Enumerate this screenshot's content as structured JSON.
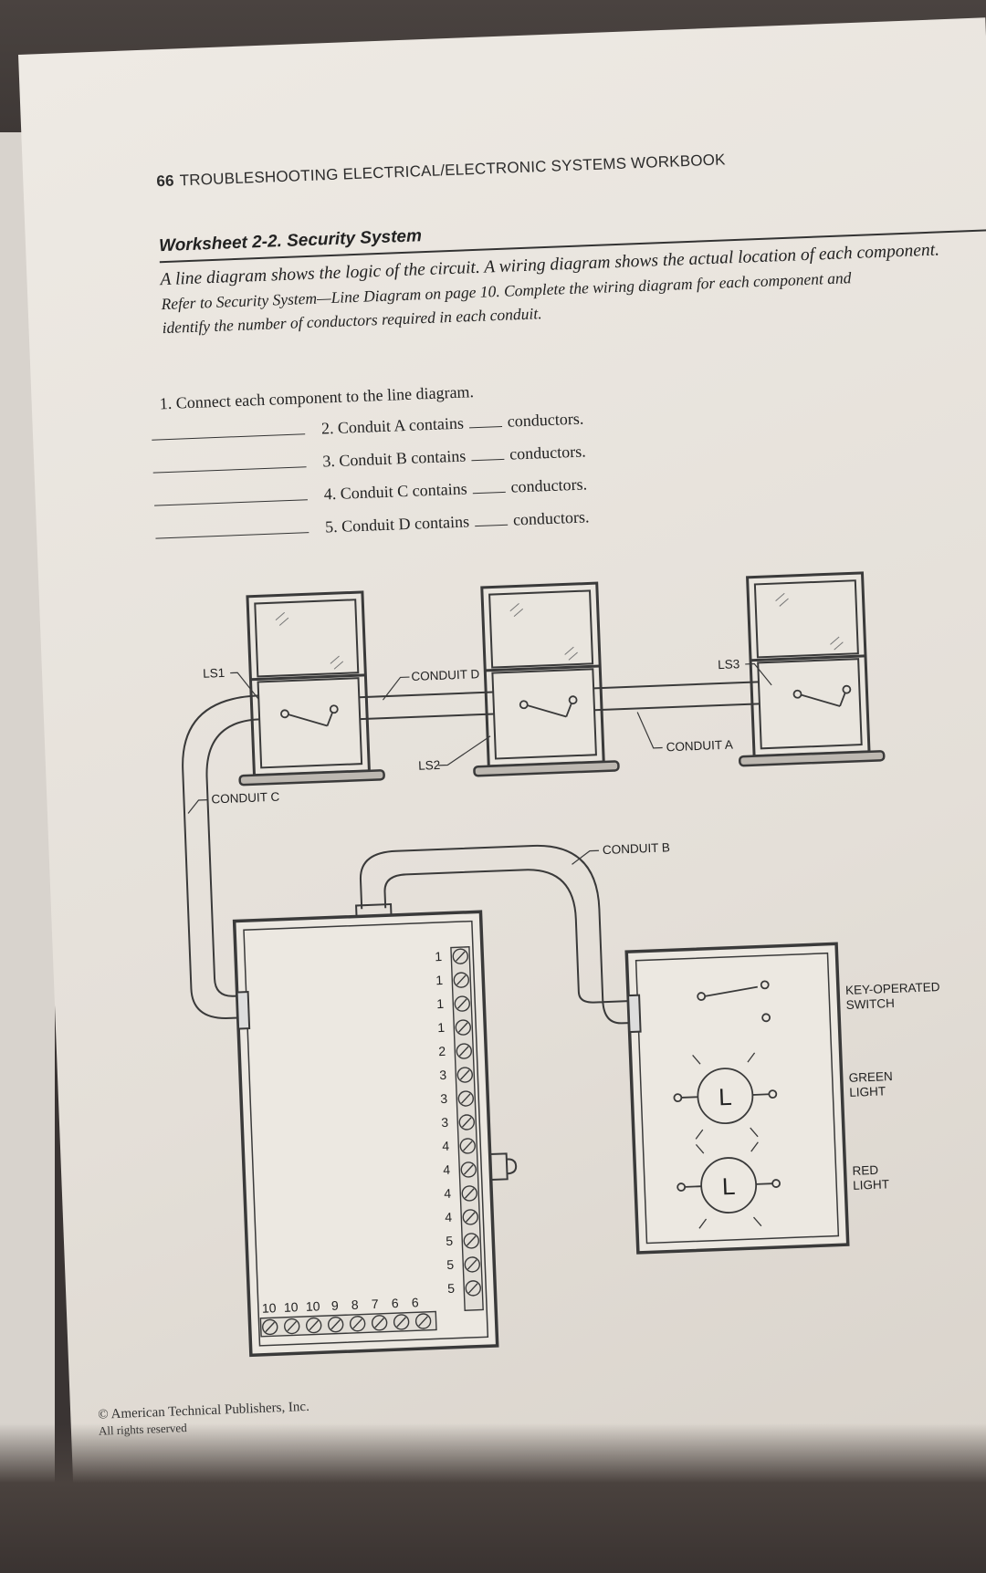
{
  "header": {
    "page_number": "66",
    "book_title": "TROUBLESHOOTING ELECTRICAL/ELECTRONIC SYSTEMS WORKBOOK"
  },
  "worksheet": {
    "title": "Worksheet 2-2. Security System",
    "intro_line1": "A line diagram shows the logic of the circuit. A wiring diagram shows the actual location of each component.",
    "intro_line2": "Refer to Security System—Line Diagram on page 10. Complete the wiring diagram for each component and",
    "intro_line3": "identify the number of conductors required in each conduit."
  },
  "questions": {
    "q1": "1. Connect each component to the line diagram.",
    "items": [
      {
        "text": "2. Conduit A contains",
        "suffix": "conductors."
      },
      {
        "text": "3. Conduit B contains",
        "suffix": "conductors."
      },
      {
        "text": "4. Conduit C contains",
        "suffix": "conductors."
      },
      {
        "text": "5. Conduit D contains",
        "suffix": "conductors."
      }
    ]
  },
  "diagram": {
    "labels": {
      "ls1": "LS1",
      "ls2": "LS2",
      "ls3": "LS3",
      "conduit_a": "CONDUIT A",
      "conduit_b": "CONDUIT B",
      "conduit_c": "CONDUIT C",
      "conduit_d": "CONDUIT D",
      "key_switch_1": "KEY-OPERATED",
      "key_switch_2": "SWITCH",
      "green_light_1": "GREEN",
      "green_light_2": "LIGHT",
      "red_light_1": "RED",
      "red_light_2": "LIGHT",
      "lamp_symbol": "L"
    },
    "terminal_vertical": [
      "1",
      "1",
      "1",
      "1",
      "2",
      "3",
      "3",
      "3",
      "4",
      "4",
      "4",
      "4",
      "5",
      "5",
      "5"
    ],
    "terminal_horizontal": [
      "10",
      "10",
      "10",
      "9",
      "8",
      "7",
      "6",
      "6"
    ]
  },
  "copyright": {
    "line1": "© American Technical Publishers, Inc.",
    "line2": "All rights reserved"
  }
}
